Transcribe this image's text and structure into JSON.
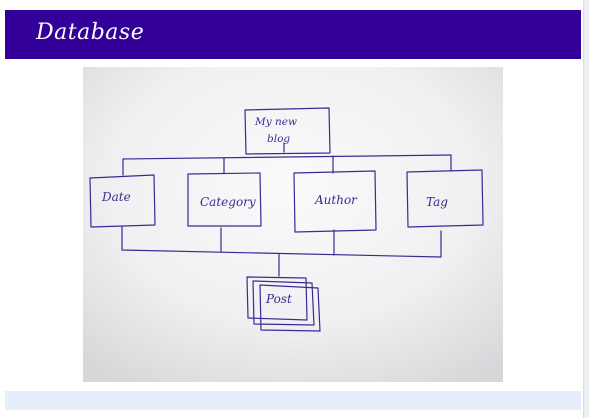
{
  "header": {
    "title": "Database",
    "background_color": "#330099",
    "text_color": "#ffffff"
  },
  "whiteboard": {
    "root_node": {
      "line1": "My new",
      "line2": "blog"
    },
    "categories": [
      "Date",
      "Category",
      "Author",
      "Tag"
    ],
    "leaf_node": "Post"
  },
  "footer": {
    "background_color": "#e6eefb"
  },
  "colors": {
    "ink": "#3a2a93",
    "board": "#f2f0f2",
    "board_shadow": "#cfcdd1"
  }
}
